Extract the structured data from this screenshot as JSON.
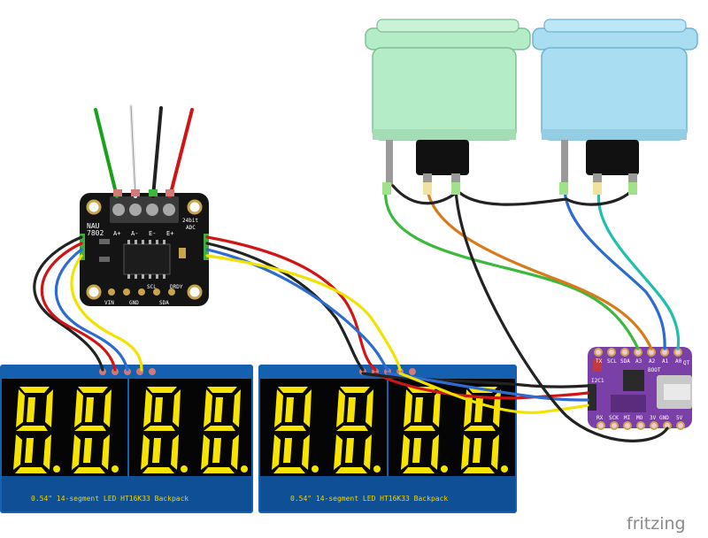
{
  "brand": "fritzing",
  "adc_board": {
    "title_line1": "NAU",
    "title_line2": "7802",
    "subtitle_line1": "24bit",
    "subtitle_line2": "ADC",
    "terminal_labels": [
      "A+",
      "A-",
      "E-",
      "E+"
    ],
    "bottom_labels": [
      "VIN",
      "GND",
      "SCL",
      "SDA",
      "DRDY"
    ],
    "wire_colors": [
      "#1aa11a",
      "#e8e8e8",
      "#222222",
      "#d11515"
    ]
  },
  "displays": [
    {
      "caption": "0.54\" 14-segment LED HT16K33 Backpack",
      "glyphs": 4
    },
    {
      "caption": "0.54\" 14-segment LED HT16K33 Backpack",
      "glyphs": 4
    }
  ],
  "buttons": [
    {
      "color": "#b4ecc8",
      "name": "green"
    },
    {
      "color": "#a8ddf2",
      "name": "blue"
    }
  ],
  "qtpy": {
    "top_labels": [
      "A0",
      "A1",
      "A2",
      "A3",
      "SDA",
      "SCL",
      "TX"
    ],
    "bottom_labels": [
      "RX",
      "SCK",
      "MI",
      "MO",
      "3V",
      "GND",
      "5V"
    ],
    "side_labels": [
      "I2C1",
      "BOOT"
    ],
    "brand_label": "QT PY"
  },
  "colors": {
    "pcb_black": "#141414",
    "pcb_purple": "#7b3fa8",
    "segment_yellow": "#f7e300",
    "wire_red": "#d11515",
    "wire_black": "#222222",
    "wire_blue": "#2c6bd1",
    "wire_yellow": "#f2e200",
    "wire_green": "#3cb83c",
    "wire_orange": "#d97a1a",
    "wire_cyan": "#1fbfb0"
  }
}
